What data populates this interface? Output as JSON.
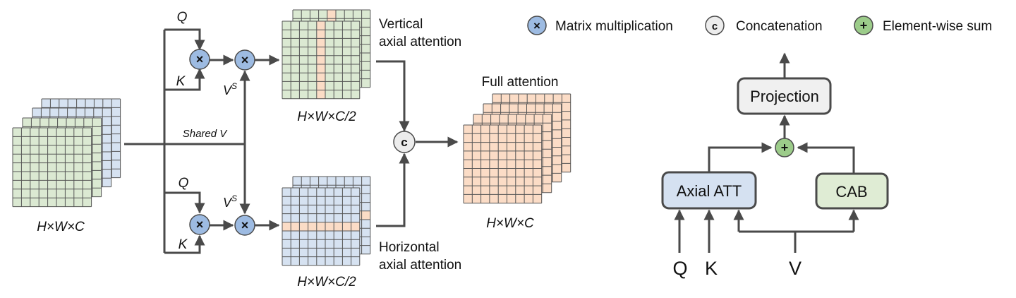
{
  "legend": {
    "matmul": {
      "symbol": "×",
      "label": "Matrix multiplication"
    },
    "concat": {
      "symbol": "c",
      "label": "Concatenation"
    },
    "sum": {
      "symbol": "+",
      "label": "Element-wise sum"
    }
  },
  "left_diagram": {
    "input_label": "H×W×C",
    "shared_v_label": "Shared V",
    "q_label": "Q",
    "k_label": "K",
    "vs_top": {
      "base": "V",
      "sup": "S"
    },
    "vs_bottom": {
      "base": "V",
      "sup": "S"
    },
    "vertical_label_line1": "Vertical",
    "vertical_label_line2": "axial attention",
    "vertical_dims": "H×W×C/2",
    "horizontal_label_line1": "Horizontal",
    "horizontal_label_line2": "axial attention",
    "horizontal_dims": "H×W×C/2",
    "full_attention_label": "Full attention",
    "full_dims": "H×W×C",
    "concat_symbol": "c",
    "matmul_symbol": "×"
  },
  "right_diagram": {
    "projection": "Projection",
    "axial_att": "Axial ATT",
    "cab": "CAB",
    "sum_symbol": "+",
    "q": "Q",
    "k": "K",
    "v": "V"
  },
  "colors": {
    "green_fill": "#dbe9d2",
    "blue_fill": "#d6e2f1",
    "peach_fill": "#fbdcc6",
    "matmul_circle": "#9dbbe2",
    "concat_circle": "#ececec",
    "sum_circle": "#9ccc8a",
    "axial_box": "#d5e1f1",
    "cab_box": "#dfecd4",
    "projection_box": "#f0f0f0",
    "stroke": "#4a4a4a"
  }
}
